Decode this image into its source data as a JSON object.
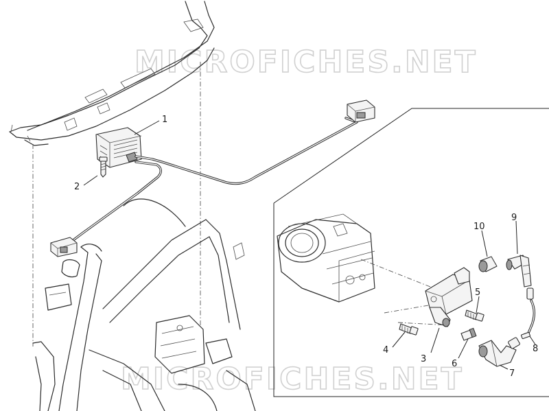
{
  "watermark": "MICROFICHES.NET",
  "callouts": [
    "1",
    "2",
    "3",
    "4",
    "5",
    "6",
    "7",
    "8",
    "9",
    "10"
  ]
}
